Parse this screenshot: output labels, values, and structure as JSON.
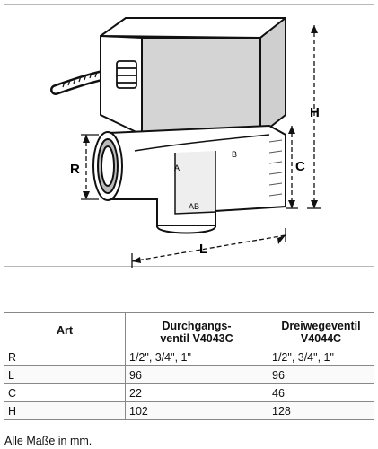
{
  "diagram": {
    "dimension_labels": {
      "R": "R",
      "C": "C",
      "H": "H",
      "L": "L"
    },
    "port_labels": {
      "A": "A",
      "B": "B",
      "AB": "AB"
    }
  },
  "table": {
    "headers": {
      "art": "Art",
      "valve_a_line1": "Durchgangs-",
      "valve_a_line2": "ventil V4043C",
      "valve_b_line1": "Dreiwegeventil",
      "valve_b_line2": "V4044C"
    },
    "rows": [
      {
        "art": "R",
        "v4043c": "1/2\", 3/4\", 1\"",
        "v4044c": "1/2\", 3/4\", 1\""
      },
      {
        "art": "L",
        "v4043c": "96",
        "v4044c": "96"
      },
      {
        "art": "C",
        "v4043c": "22",
        "v4044c": "46"
      },
      {
        "art": "H",
        "v4043c": "102",
        "v4044c": "128"
      }
    ]
  },
  "footnote": "Alle Maße in mm."
}
